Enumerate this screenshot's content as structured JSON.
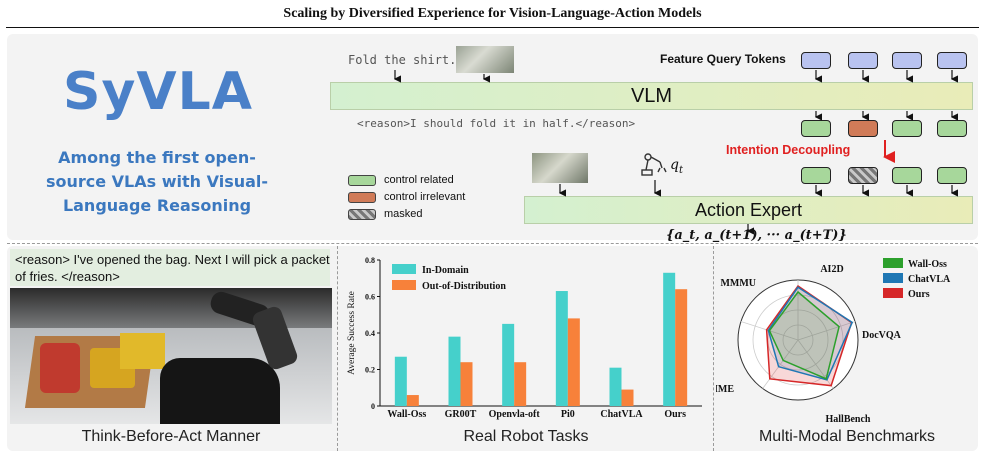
{
  "title": "Scaling by Diversified Experience for Vision-Language-Action Models",
  "logo": "SyVLA",
  "tagline": [
    "Among the first open-",
    "source VLAs with Visual-",
    "Language Reasoning"
  ],
  "diagram": {
    "instruction": "Fold the shirt.",
    "feature_tokens_label": "Feature Query Tokens",
    "vlm_label": "VLM",
    "reason_text": "<reason>I should fold it in half.</reason>",
    "intention_label": "Intention Decoupling",
    "q_label": "q",
    "q_sub": "t",
    "action_expert_label": "Action Expert",
    "actions_label": "{a_t, a_(t+1), ··· a_(t+T)}",
    "legend": [
      {
        "label": "control related",
        "color": "#a7d79b"
      },
      {
        "label": "control irrelevant",
        "color": "#d07b58"
      },
      {
        "label": "masked",
        "color": "hatched"
      }
    ]
  },
  "bottom_left": {
    "reason": "<reason> I've opened the bag. Next I will pick a packet of fries. </reason>",
    "caption": "Think-Before-Act Manner"
  },
  "bottom_middle_caption": "Real Robot Tasks",
  "bottom_right_caption": "Multi-Modal Benchmarks",
  "chart_data": [
    {
      "type": "bar",
      "ylabel": "Average Success Rate",
      "ylim": [
        0,
        0.8
      ],
      "yticks": [
        "0",
        "0.2",
        "0.4",
        "0.6",
        "0.8"
      ],
      "categories": [
        "Wall-Oss",
        "GR00T",
        "Openvla-oft",
        "Pi0",
        "ChatVLA",
        "Ours"
      ],
      "series": [
        {
          "name": "In-Domain",
          "color": "#45d0cb",
          "values": [
            0.27,
            0.38,
            0.45,
            0.63,
            0.21,
            0.73
          ]
        },
        {
          "name": "Out-of-Distribution",
          "color": "#f7813a",
          "values": [
            0.06,
            0.24,
            0.24,
            0.48,
            0.09,
            0.64
          ]
        }
      ],
      "legend": "top-left"
    },
    {
      "type": "radar",
      "axes": [
        "AI2D",
        "DocVQA",
        "HallBench",
        "MME",
        "MMMU"
      ],
      "series": [
        {
          "name": "Wall-Oss",
          "color": "#2ca02c",
          "values": [
            0.8,
            0.72,
            0.8,
            0.42,
            0.5
          ]
        },
        {
          "name": "ChatVLA",
          "color": "#1f77b4",
          "values": [
            0.88,
            0.95,
            0.82,
            0.55,
            0.52
          ]
        },
        {
          "name": "Ours",
          "color": "#d62728",
          "values": [
            0.9,
            0.94,
            0.94,
            0.8,
            0.55
          ]
        }
      ],
      "legend": "top-right"
    }
  ]
}
